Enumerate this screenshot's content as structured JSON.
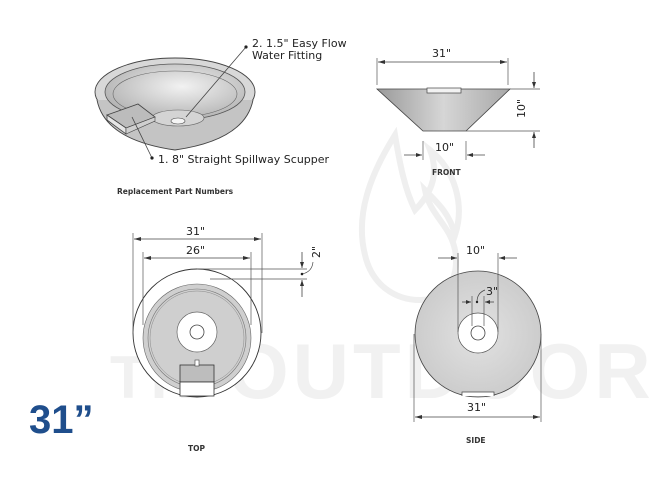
{
  "callouts": {
    "item_2_line1": "2. 1.5\" Easy Flow",
    "item_2_line2": "Water Fitting",
    "item_1": "1. 8\" Straight Spillway Scupper",
    "replacement_heading": "Replacement Part Numbers"
  },
  "front_view": {
    "caption": "FRONT",
    "width_label": "31\"",
    "height_label": "10\"",
    "base_label": "10\""
  },
  "top_view": {
    "caption": "TOP",
    "outer_label": "31\"",
    "inner_label": "26\"",
    "lip_label": "2\""
  },
  "side_view": {
    "caption": "SIDE",
    "inner_label": "10\"",
    "hole_label": "3\"",
    "outer_label": "31\""
  },
  "size_badge": "31”",
  "watermark": {
    "text": "OUTDOOR",
    "prefix": "TH"
  },
  "colors": {
    "accent": "#1f4e8c",
    "bowl_gray": "#cfcfcf",
    "line": "#444444"
  }
}
